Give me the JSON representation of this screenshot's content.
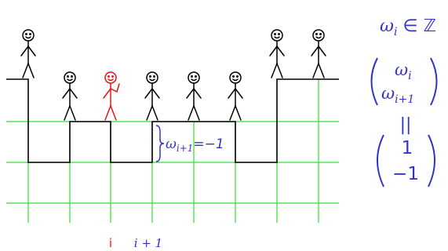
{
  "figure": {
    "constraint": "ω",
    "constraint_sub": "i",
    "constraint_rest": " ∈ ℤ",
    "vector_top": "ω",
    "vector_top_sub": "i",
    "vector_bottom": "ω",
    "vector_bottom_sub": "i+1",
    "equals_sign": "||",
    "value_top": "1",
    "value_bottom": "−1",
    "brace_label": "ω",
    "brace_label_sub": "i+1",
    "brace_label_rest": "=−1",
    "index_i": "i",
    "index_i_plus_1": "i + 1"
  },
  "colors": {
    "grid": "#33dd33",
    "path": "#000000",
    "highlight": "#ee1111",
    "math": "#3333cc"
  },
  "icons": [
    "stick-figure-icon",
    "highlighted-stick-figure-icon"
  ]
}
